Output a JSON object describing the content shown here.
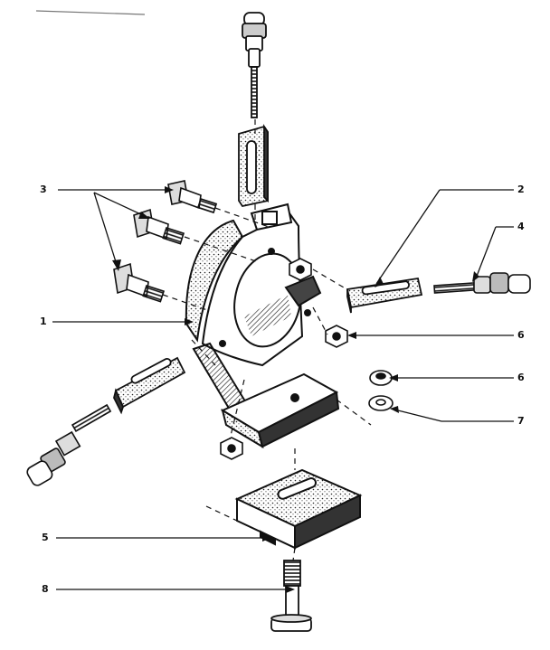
{
  "diagram": {
    "callouts": {
      "c3": "3",
      "c2": "2",
      "c4": "4",
      "c1": "1",
      "c6a": "6",
      "c6b": "6",
      "c7": "7",
      "c5": "5",
      "c8": "8"
    },
    "colors": {
      "ink": "#111111",
      "paper": "#ffffff",
      "shade": "#555555"
    }
  }
}
